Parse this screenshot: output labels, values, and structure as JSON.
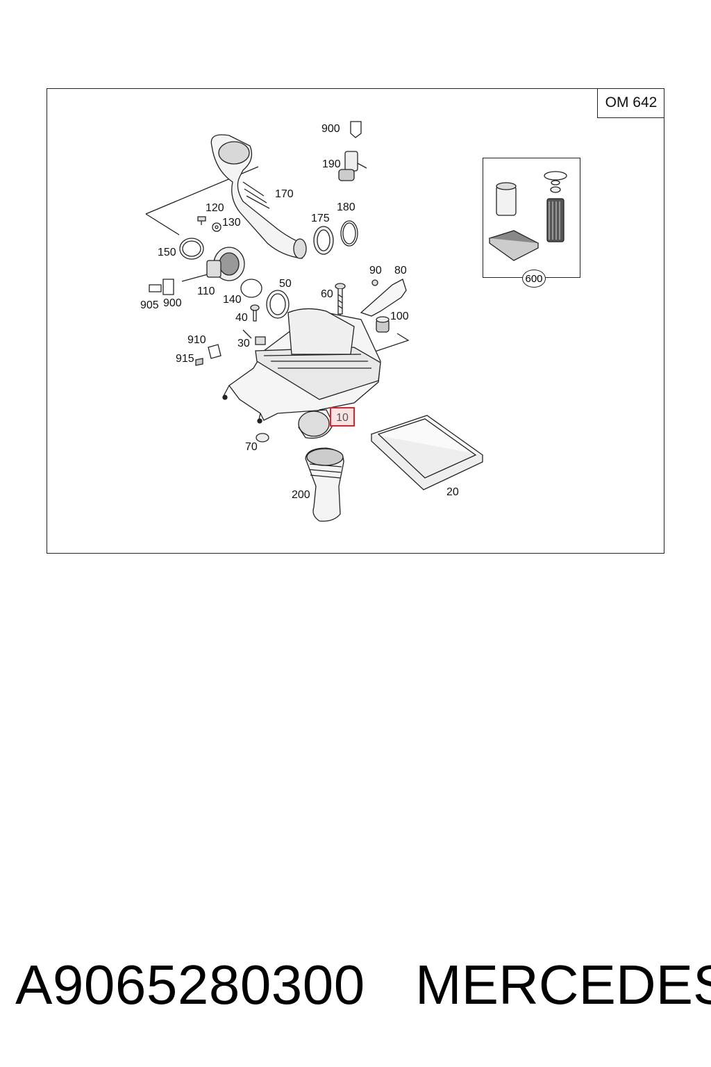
{
  "diagram": {
    "engine_label": "OM 642",
    "highlighted_callout": "10",
    "kit_label": "600",
    "callouts": {
      "c900a": "900",
      "c190": "190",
      "c170": "170",
      "c120": "120",
      "c130": "130",
      "c175": "175",
      "c180": "180",
      "c150": "150",
      "c110": "110",
      "c905": "905",
      "c900b": "900",
      "c140": "140",
      "c50": "50",
      "c60": "60",
      "c90": "90",
      "c80": "80",
      "c40": "40",
      "c100": "100",
      "c910": "910",
      "c30": "30",
      "c915": "915",
      "c70": "70",
      "c200": "200",
      "c20": "20"
    }
  },
  "footer": {
    "part_number": "A9065280300",
    "brand": "MERCEDES"
  }
}
